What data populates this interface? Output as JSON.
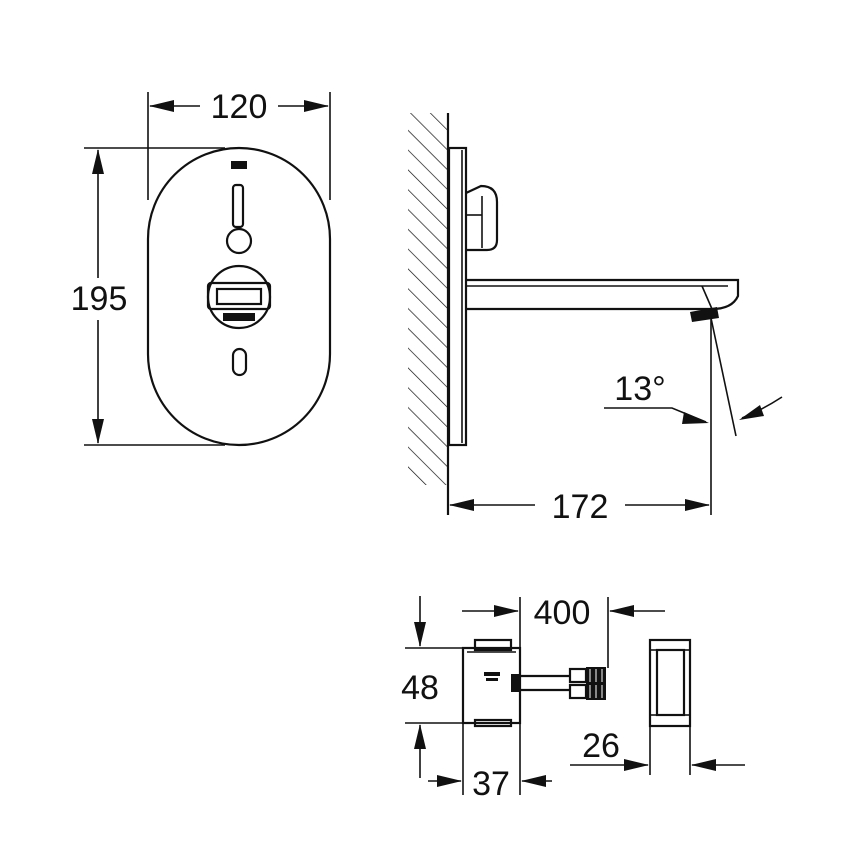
{
  "dimensions": {
    "front_width": "120",
    "front_height": "195",
    "projection": "172",
    "spray_angle": "13°",
    "cable_length": "400",
    "box_height": "48",
    "box_depth": "37",
    "cover_depth": "26"
  },
  "colors": {
    "line": "#111111",
    "background": "#ffffff"
  },
  "icons": [
    "faucet-front-view",
    "faucet-side-view",
    "power-box",
    "box-cover",
    "brand-logo",
    "wall-hatching"
  ]
}
